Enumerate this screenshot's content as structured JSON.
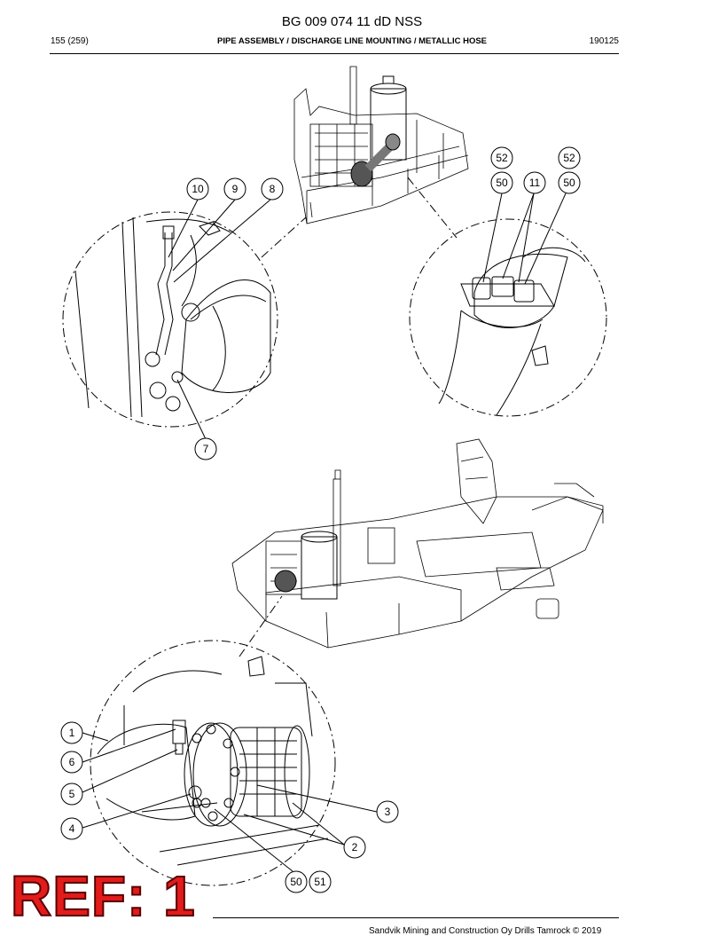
{
  "header": {
    "doc_id": "BG 009 074 11 dD NSS",
    "page": "155 (259)",
    "section_title": "PIPE ASSEMBLY / DISCHARGE LINE MOUNTING / METALLIC HOSE",
    "date_code": "190125"
  },
  "figure": {
    "callouts_top": [
      "10",
      "9",
      "8",
      "7",
      "52",
      "52",
      "50",
      "11",
      "50"
    ],
    "callouts_bottom": [
      "1",
      "6",
      "5",
      "4",
      "3",
      "2",
      "50",
      "51"
    ]
  },
  "footer": {
    "stamp": "REF: 1",
    "copyright": "Sandvik Mining and Construction Oy Drills Tamrock © 2019"
  }
}
